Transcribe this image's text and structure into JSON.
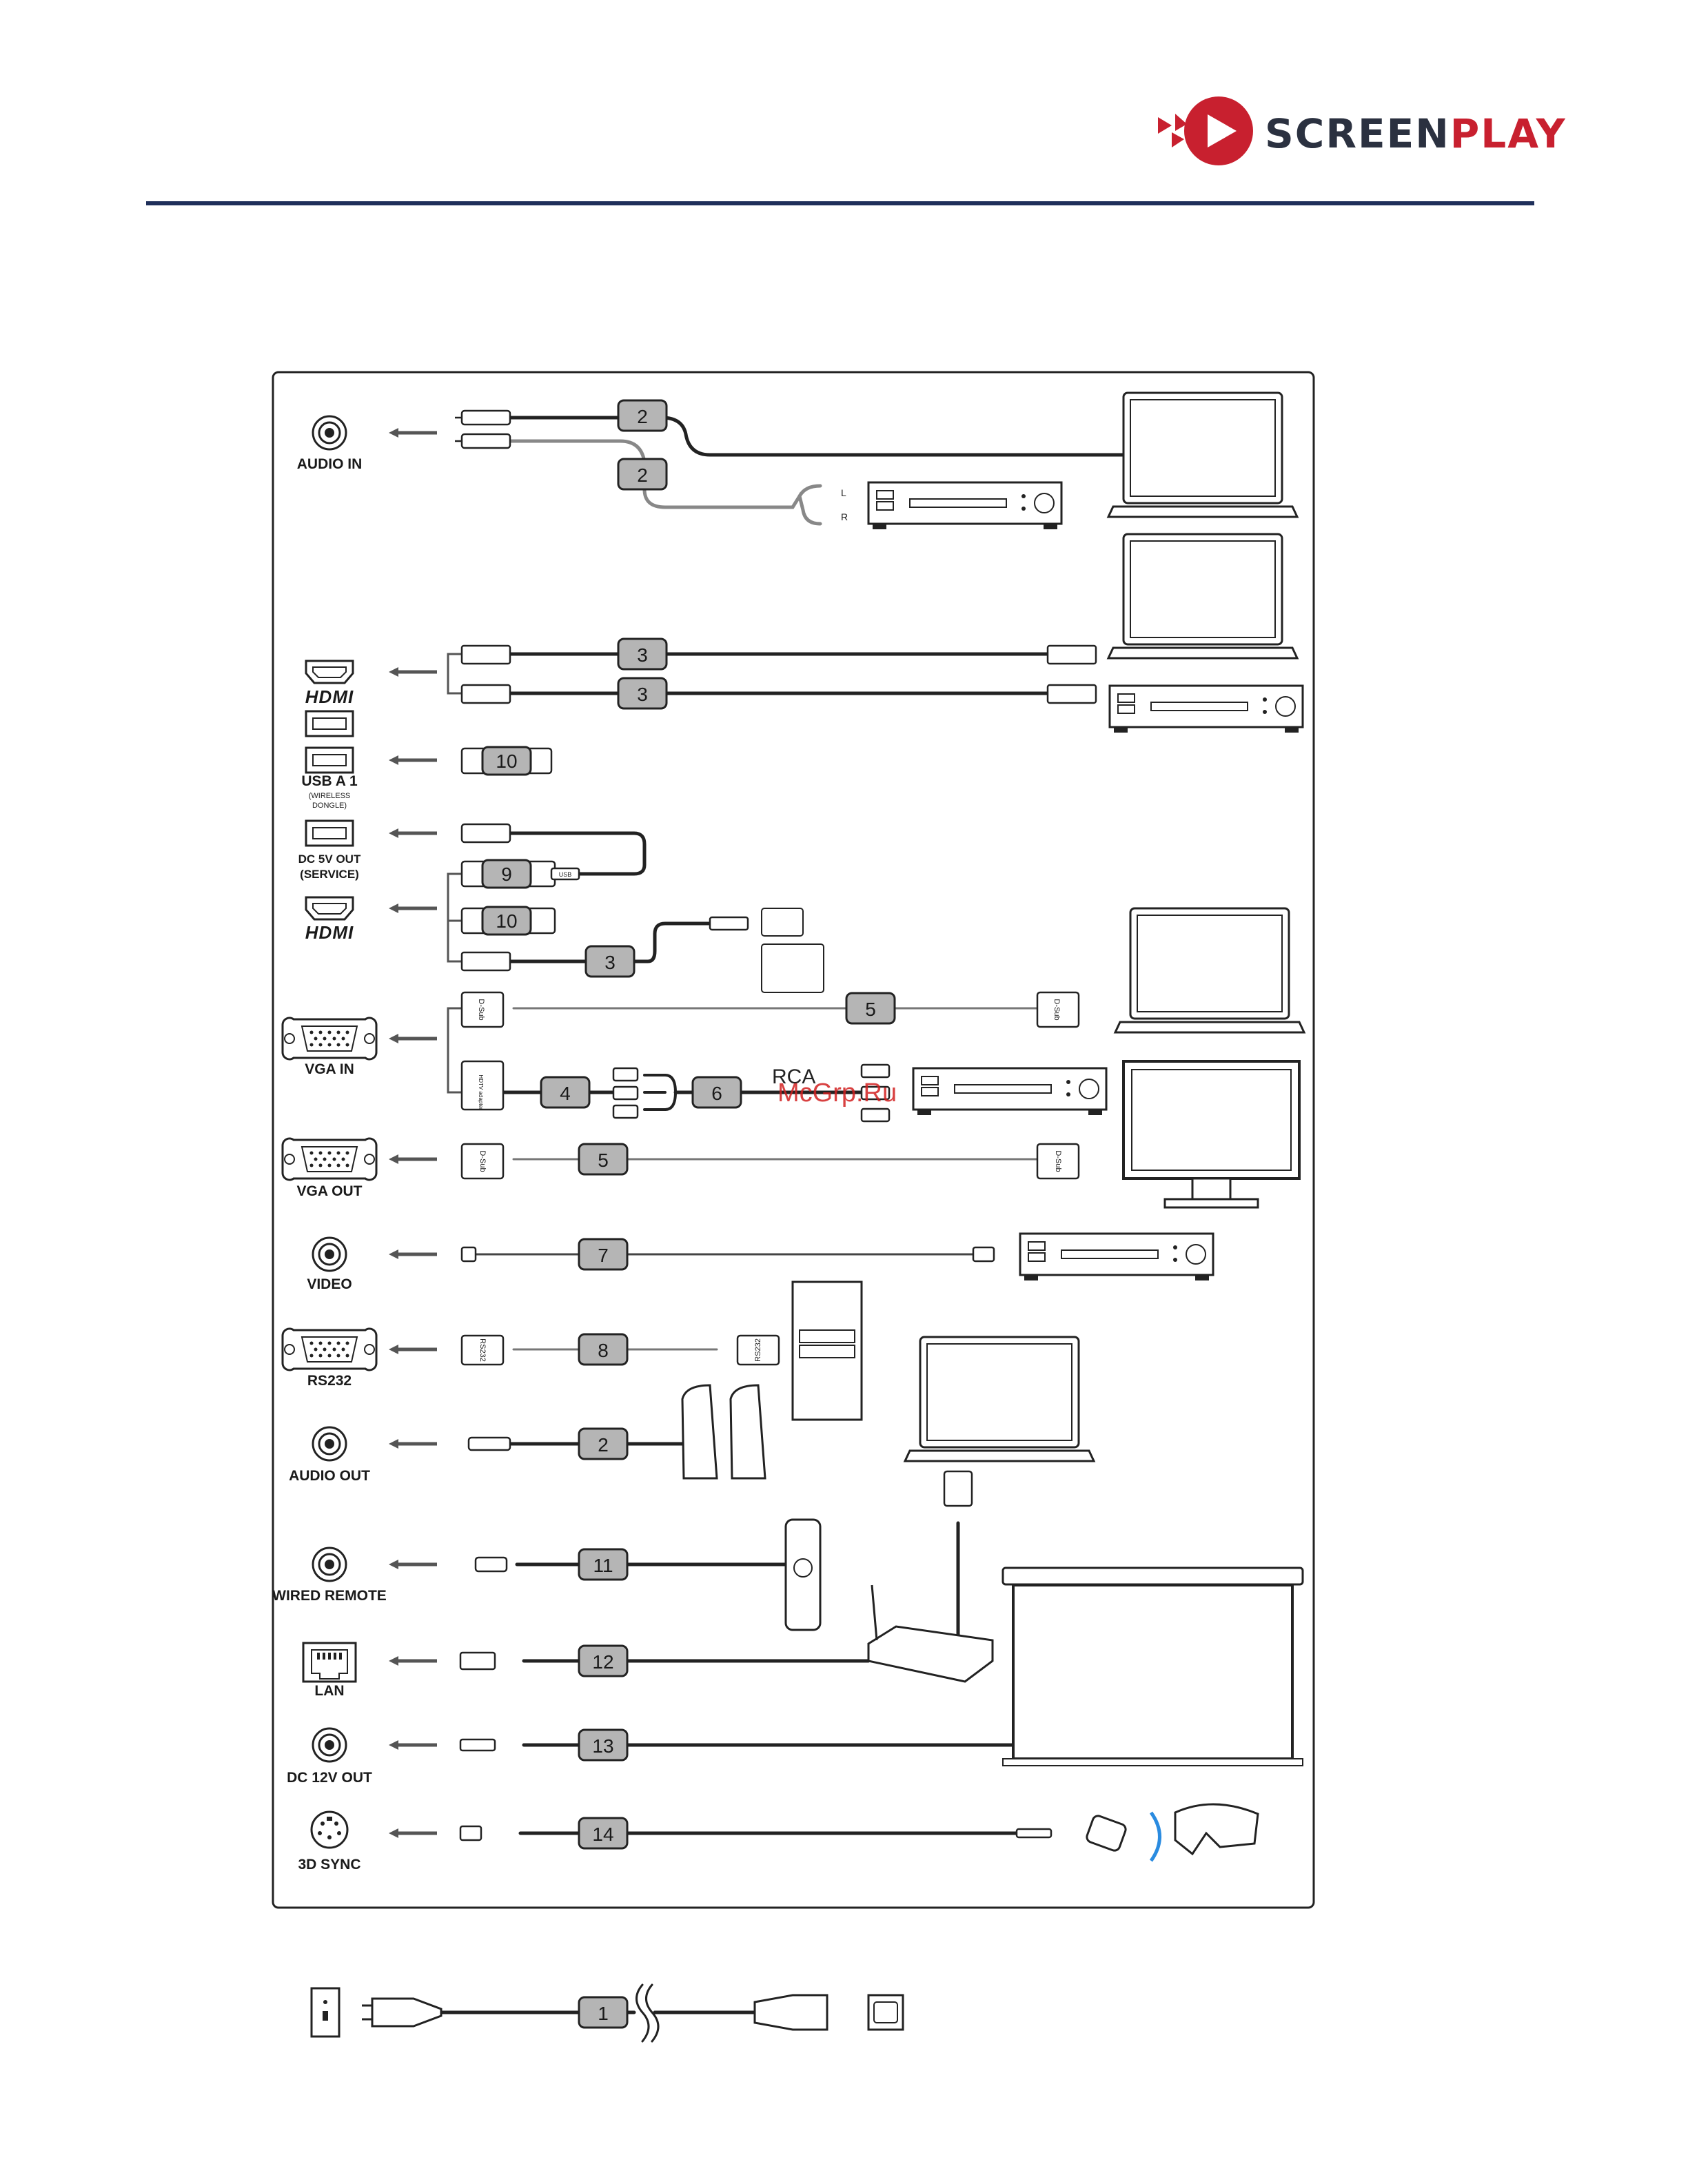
{
  "brand": {
    "name_part1": "SCREEN",
    "name_part2": "PLAY",
    "accent_color": "#c8202f",
    "rule_color": "#1f2f5a"
  },
  "ports": [
    {
      "key": "audio_in",
      "label": "AUDIO IN"
    },
    {
      "key": "hdmi1",
      "label": "HDMI"
    },
    {
      "key": "usb_a1",
      "label": "USB A 1",
      "sub": "(WIRELESS\nDONGLE)"
    },
    {
      "key": "dc5v",
      "label": "DC 5V OUT",
      "sub": "(SERVICE)"
    },
    {
      "key": "hdmi2",
      "label": "HDMI"
    },
    {
      "key": "vga_in",
      "label": "VGA IN"
    },
    {
      "key": "vga_out",
      "label": "VGA OUT"
    },
    {
      "key": "video",
      "label": "VIDEO"
    },
    {
      "key": "rs232",
      "label": "RS232"
    },
    {
      "key": "audio_out",
      "label": "AUDIO OUT"
    },
    {
      "key": "wired_remote",
      "label": "WIRED REMOTE"
    },
    {
      "key": "lan",
      "label": "LAN"
    },
    {
      "key": "dc12v",
      "label": "DC 12V OUT"
    },
    {
      "key": "sync3d",
      "label": "3D SYNC"
    }
  ],
  "cable_tags": [
    "2",
    "2",
    "3",
    "3",
    "10",
    "9",
    "10",
    "3",
    "5",
    "4",
    "6",
    "5",
    "7",
    "8",
    "2",
    "11",
    "12",
    "13",
    "14",
    "1"
  ],
  "connector_text": {
    "dsub": "D-Sub",
    "rs232": "RS232",
    "rca": "RCA",
    "usb": "USB",
    "hdtv": "HDTV adapter",
    "l": "L",
    "r": "R"
  },
  "watermark": "McGrp.Ru"
}
